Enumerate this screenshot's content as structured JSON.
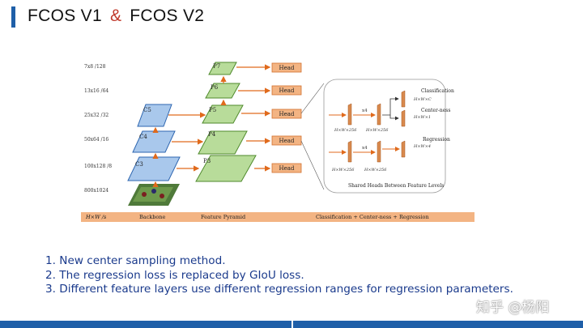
{
  "title": {
    "left": "FCOS V1",
    "amp": "&",
    "right": "FCOS V2"
  },
  "diagram": {
    "scales": [
      "7x8  /128",
      "13x16  /64",
      "25x32  /32",
      "50x64  /16",
      "100x128  /8",
      "800x1024"
    ],
    "backbone_levels": [
      "C5",
      "C4",
      "C3"
    ],
    "pyramid_levels": [
      "P7",
      "P6",
      "P5",
      "P4",
      "P3"
    ],
    "heads": [
      "Head",
      "Head",
      "Head",
      "Head",
      "Head"
    ],
    "shared_heads": {
      "dim_top_left": "H×W×256",
      "dim_top_right": "H×W×256",
      "dim_bottom_left": "H×W×256",
      "dim_bottom_right": "H×W×256",
      "x4_top": "x4",
      "x4_bottom": "x4",
      "classification": "Classification",
      "classification_dim": "H×W×C",
      "centerness": "Center-ness",
      "centerness_dim": "H×W×1",
      "regression": "Regression",
      "regression_dim": "H×W×4",
      "caption": "Shared Heads Between Feature Levels"
    },
    "bottom_bar": {
      "left": "H×W /s",
      "backbone": "Backbone",
      "pyramid": "Feature Pyramid",
      "outputs": "Classification + Center-ness + Regression"
    }
  },
  "points": [
    "1. New center sampling method.",
    "2. The regression loss is replaced by GIoU loss.",
    "3. Different feature layers use different regression ranges for regression parameters."
  ],
  "watermark": "知乎 @杨阳",
  "colors": {
    "accent": "#1f5fa8",
    "amp": "#c0392b",
    "backbone_fill": "#a9c8ec",
    "pyramid_fill": "#b8dc9a",
    "head_fill": "#f3b483",
    "arrow": "#e06a1c",
    "text_blue": "#1a3a8c"
  }
}
